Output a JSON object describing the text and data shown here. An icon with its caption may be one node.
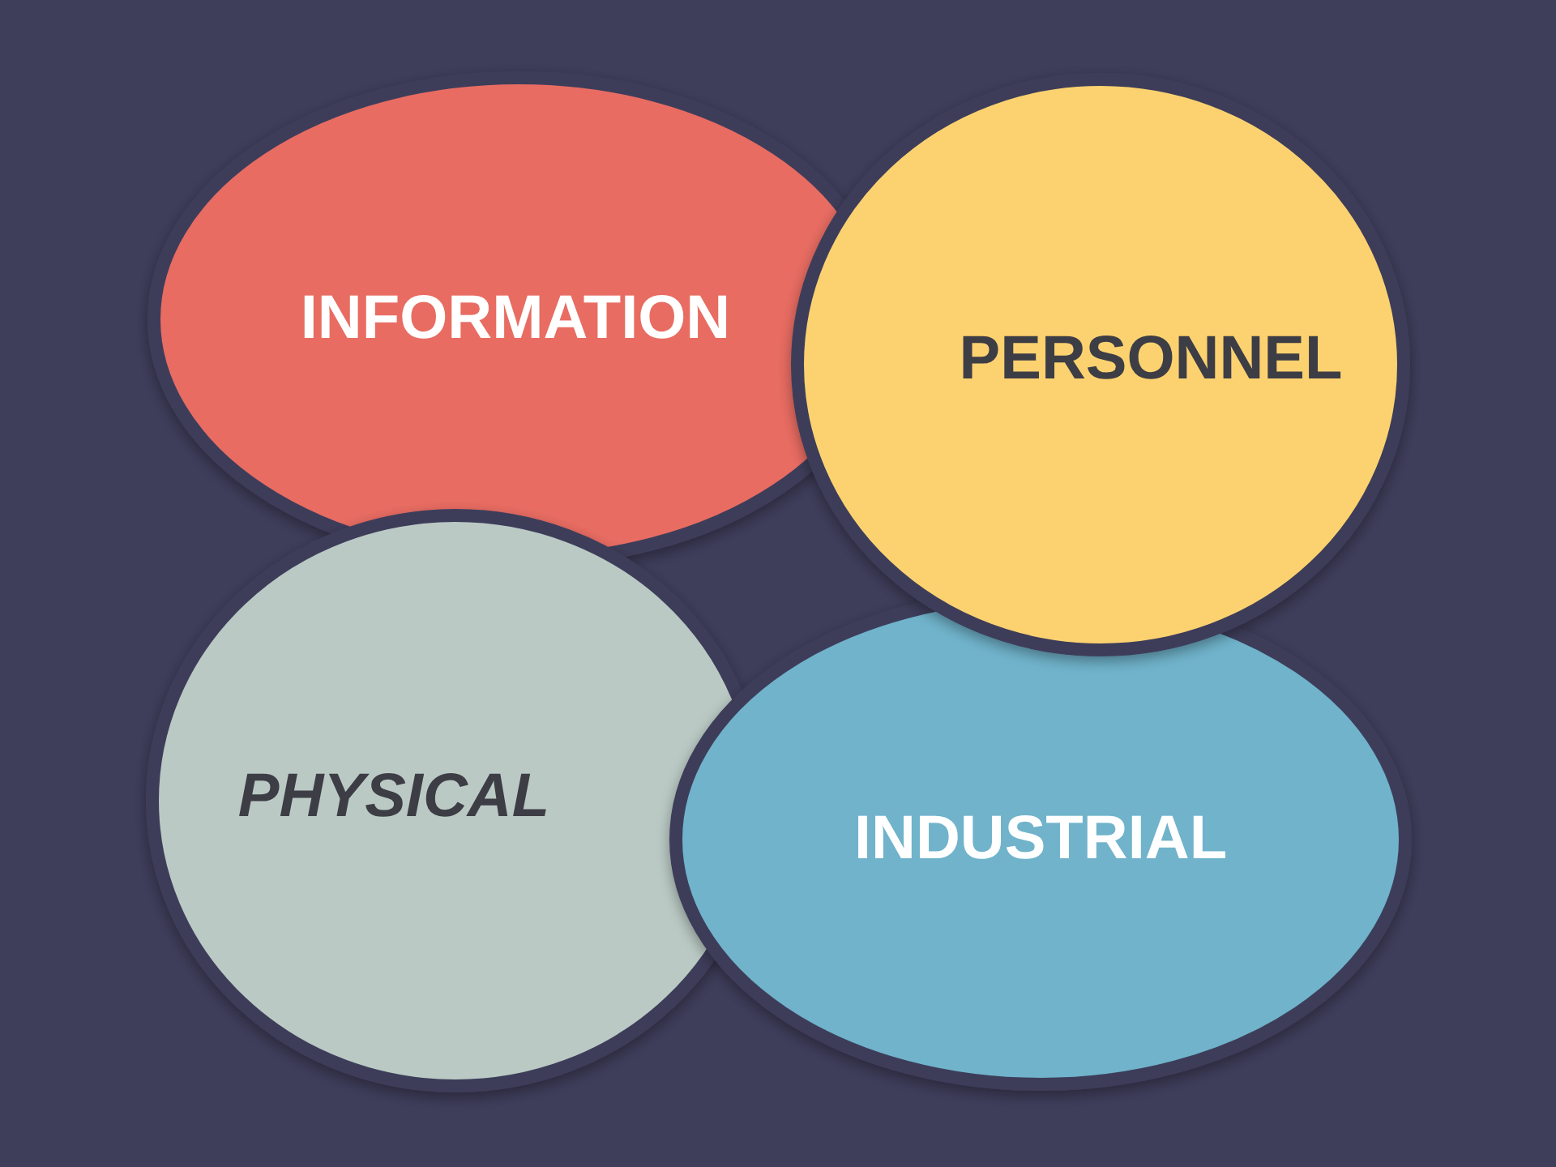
{
  "diagram": {
    "nodes": [
      {
        "text": [
          "INFORMATION"
        ]
      },
      {
        "text": [
          "PERSONNEL"
        ]
      },
      {
        "text": [
          "PHYSICAL"
        ]
      },
      {
        "text": [
          "INDUSTRIAL"
        ]
      }
    ]
  }
}
